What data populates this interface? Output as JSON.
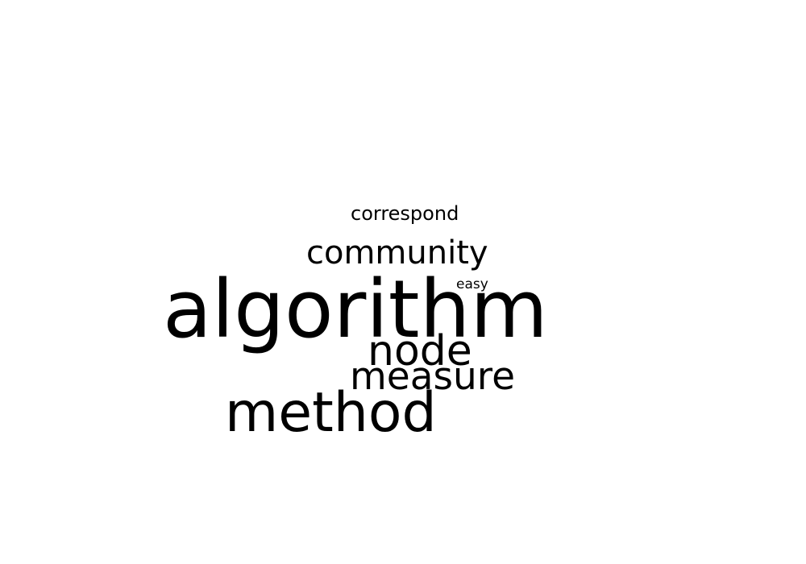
{
  "word_cloud": {
    "text_color": "#000000",
    "background_color": "#ffffff",
    "words": [
      {
        "text": "correspond",
        "weight": "small"
      },
      {
        "text": "community",
        "weight": "medium"
      },
      {
        "text": "easy",
        "weight": "smallest"
      },
      {
        "text": "algorithm",
        "weight": "largest"
      },
      {
        "text": "node",
        "weight": "large"
      },
      {
        "text": "measure",
        "weight": "medium-large"
      },
      {
        "text": "method",
        "weight": "large"
      }
    ]
  }
}
